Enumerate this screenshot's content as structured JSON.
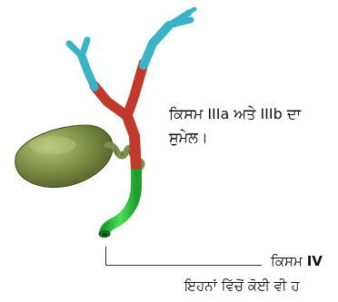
{
  "labels": {
    "type_iiia_iiib_line1": "ਕਿਸਮ IIIa ਅਤੇ IIIb ਦਾ",
    "type_iiia_iiib_line2": "ਸੁਮੇਲ।",
    "type_iv_prefix": "ਕਿਸਮ",
    "type_iv_numeral": "IV",
    "type_iv_note": "ਇਹਨਾਂ ਵਿੱਚੋਂ ਕੋਈ ਵੀ ਹ"
  },
  "colors": {
    "intrahepatic_branch": "#3ab3c6",
    "hepatic_duct": "#c0392b",
    "common_bile_duct": "#2ecc40",
    "gallbladder": "#6b7f3a",
    "gallbladder_highlight": "#a9b86a",
    "cystic_duct": "#7d8f52"
  }
}
